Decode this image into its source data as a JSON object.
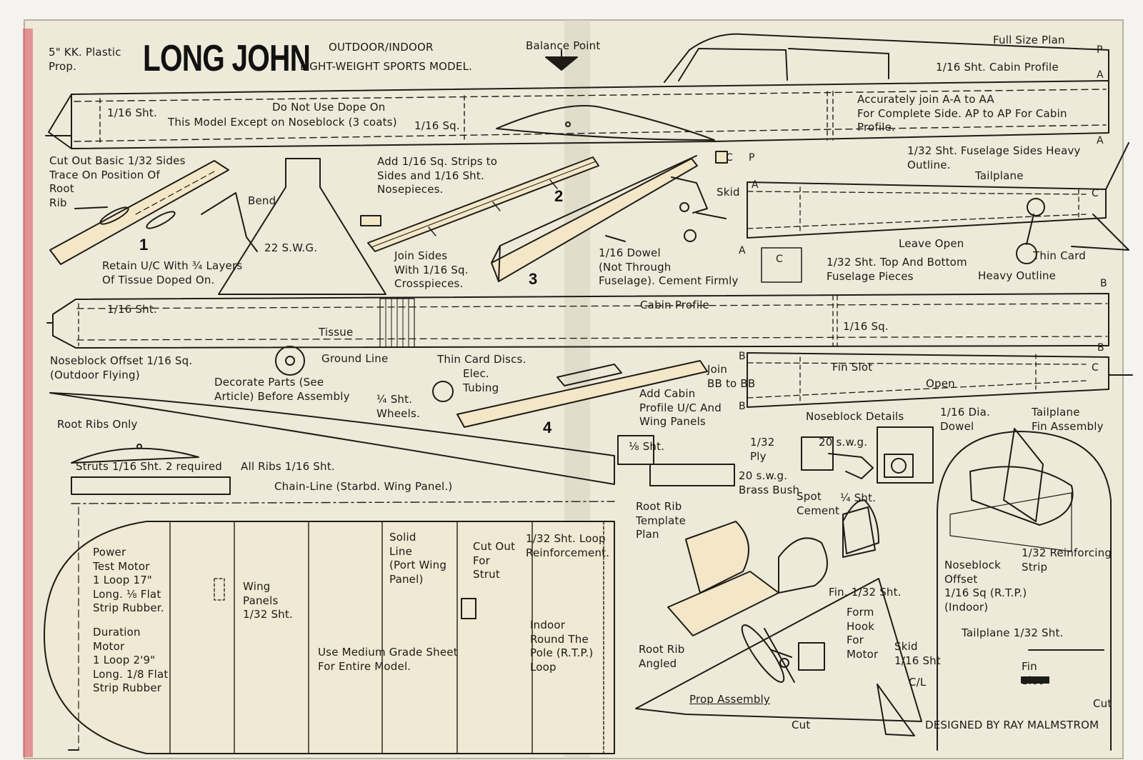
{
  "title": "LONG JOHN",
  "header": {
    "prop": "5\" KK. Plastic\nProp.",
    "subtitle1": "OUTDOOR/INDOOR",
    "subtitle2": "LIGHT-WEIGHT SPORTS MODEL.",
    "balance_point": "Balance Point",
    "full_size": "Full Size Plan"
  },
  "fuselage_side": {
    "sht": "1/16 Sht.",
    "dope1": "Do Not Use Dope On",
    "dope2": "This Model Except on Noseblock (3 coats)",
    "sq": "1/16 Sq.",
    "cabin_profile": "1/16 Sht. Cabin Profile",
    "join": "Accurately join A-A to AA\nFor Complete Side. AP to AP For Cabin\nProfile."
  },
  "steps": {
    "s1_text": "Cut Out Basic 1/32 Sides\nTrace On Position Of\nRoot\nRib",
    "bend": "Bend",
    "swg22": "22 S.W.G.",
    "retain": "Retain U/C With ¾ Layers\nOf Tissue Doped On.",
    "add_strips": "Add 1/16 Sq. Strips to\nSides and 1/16 Sht.\nNosepieces.",
    "join_sides": "Join Sides\nWith 1/16 Sq.\nCrosspieces.",
    "dowel": "1/16 Dowel\n(Not Through\nFuselage). Cement Firmly",
    "skid": "Skid",
    "heavy": "1/32 Sht. Fuselage Sides Heavy\nOutline.",
    "tailplane": "Tailplane",
    "leave_open": "Leave Open",
    "thin_card": "Thin Card",
    "top_bottom": "1/32 Sht. Top And Bottom\nFuselage Pieces",
    "heavy_outline": "Heavy Outline",
    "n1": "1",
    "n2": "2",
    "n3": "3",
    "n4": "4"
  },
  "fuselage_top": {
    "sht": "1/16 Sht.",
    "tissue": "Tissue",
    "cabin_profile": "Cabin Profile",
    "sq": "1/16 Sq.",
    "noseblock": "Noseblock Offset 1/16 Sq.\n(Outdoor Flying)",
    "ground": "Ground Line",
    "decorate": "Decorate Parts (See\nArticle) Before Assembly",
    "discs": "Thin Card Discs.",
    "elec": "Elec.\nTubing",
    "wheels": "¼ Sht.\nWheels.",
    "add_cabin": "Add Cabin\nProfile U/C And\nWing Panels",
    "join_bb": "Join\nBB to BB",
    "fin_slot": "Fin Slot",
    "open": "Open"
  },
  "wing": {
    "root_ribs": "Root Ribs Only",
    "struts": "Struts 1/16 Sht. 2 required",
    "all_ribs": "All Ribs 1/16 Sht.",
    "chain": "Chain-Line (Starbd. Wing Panel.)",
    "eighth": "⅛ Sht.",
    "power": "Power\nTest Motor\n1 Loop 17\"\nLong. ⅛ Flat\nStrip Rubber.",
    "duration": "Duration\nMotor\n1 Loop 2'9\"\nLong. 1/8 Flat\nStrip Rubber",
    "panels": "Wing\nPanels\n1/32 Sht.",
    "solid": "Solid\nLine\n(Port Wing\nPanel)",
    "cutout": "Cut Out\nFor\nStrut",
    "loop": "1/32 Sht. Loop\nReinforcement.",
    "medium": "Use Medium Grade Sheet\nFor Entire Model.",
    "indoor": "Indoor\nRound The\nPole (R.T.P.)\nLoop"
  },
  "details": {
    "noseblock_details": "Noseblock Details",
    "dia": "1/16 Dia.\nDowel",
    "tail_fin": "Tailplane\nFin Assembly",
    "ply": "1/32\nPly",
    "swg20a": "20 s.w.g.",
    "swg20b": "20 s.w.g.\nBrass Bush",
    "spot": "Spot\nCement",
    "qsht": "¼ Sht.",
    "root_rib": "Root Rib\nTemplate\nPlan",
    "reinforce": "1/32 Reinforcing\nStrip",
    "nb_offset": "Noseblock\nOffset\n1/16 Sq (R.T.P.)\n(Indoor)",
    "tail_sht": "Tailplane 1/32 Sht.",
    "fin": "Fin. 1/32 Sht.",
    "form_hook": "Form\nHook\nFor\nMotor",
    "skid": "Skid\n1/16 Sht",
    "cl": "C/L",
    "fin_slot": "Fin\nSlot",
    "cut1": "Cut",
    "cut2": "Cut",
    "root_angled": "Root Rib\nAngled",
    "prop_assembly": "Prop Assembly",
    "designed": "DESIGNED BY RAY MALMSTROM"
  },
  "letters": {
    "A": "A",
    "P": "P",
    "B": "B",
    "C": "C"
  }
}
